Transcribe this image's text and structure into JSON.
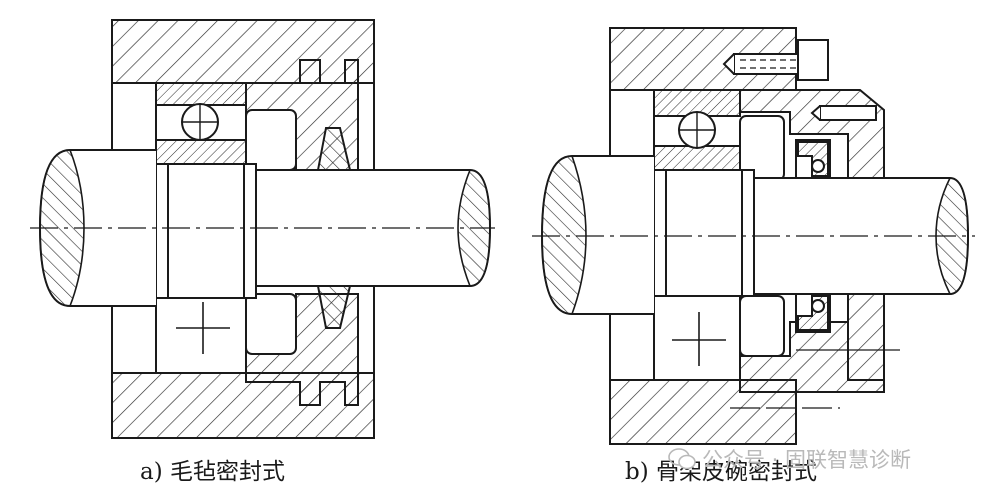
{
  "captions": {
    "a": "a) 毛毡密封式",
    "b": "b) 骨架皮碗密封式"
  },
  "watermark": {
    "text": "公众号 · 固联智慧诊断",
    "icon": "wechat-logo-icon"
  },
  "colors": {
    "line": "#1a1a1a",
    "hatch": "#2a2a2a",
    "watermark": "#b9b9b9"
  }
}
